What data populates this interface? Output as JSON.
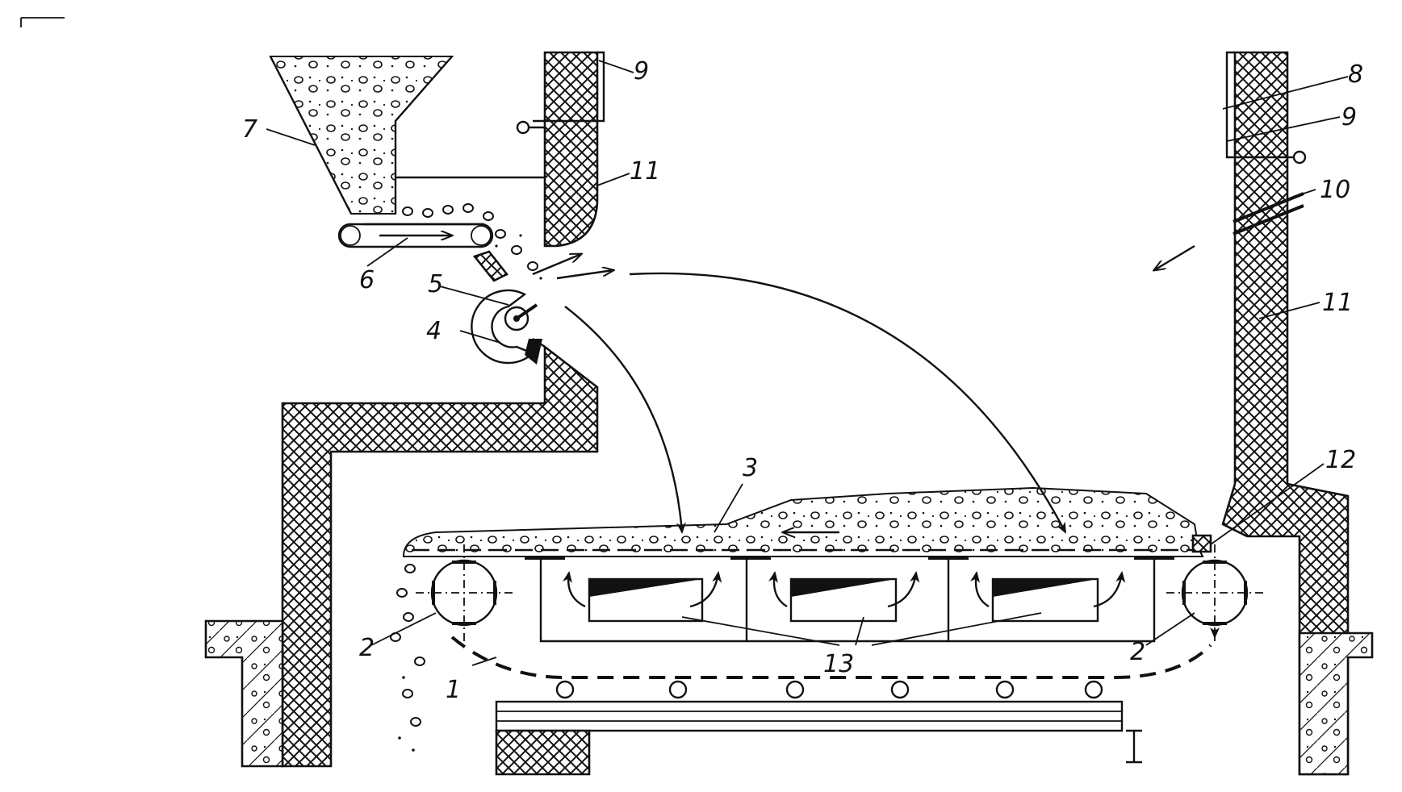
{
  "labels": {
    "l1": "1",
    "l2a": "2",
    "l2b": "2",
    "l3": "3",
    "l4": "4",
    "l5": "5",
    "l6": "6",
    "l7": "7",
    "l8": "8",
    "l9a": "9",
    "l9b": "9",
    "l10": "10",
    "l11a": "11",
    "l11b": "11",
    "l12": "12",
    "l13": "13",
    "beam": "I"
  },
  "colors": {
    "ink": "#111111",
    "background": "#ffffff"
  }
}
